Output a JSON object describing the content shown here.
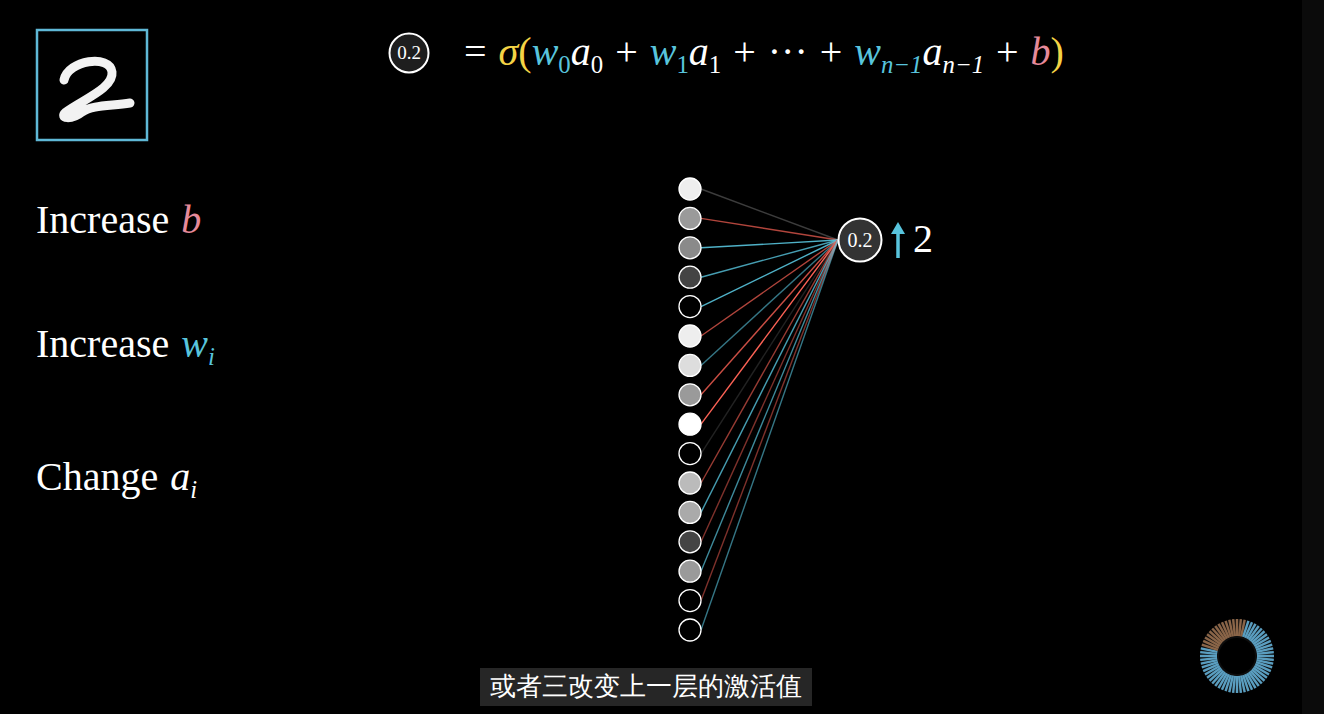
{
  "diagram": {
    "caption": "或者三改变上一层的激活值",
    "nodes": [
      {
        "text": [
          "0.2"
        ]
      },
      {
        "text": [
          "0.2"
        ]
      }
    ],
    "labels": [
      "=",
      "σ",
      "(",
      "w",
      "0",
      "a",
      "0",
      "+",
      "w",
      "1",
      "a",
      "1",
      "+",
      "···",
      "+",
      "w",
      "n−1",
      "a",
      "n−1",
      "+",
      "b",
      ")",
      "Increase",
      "b",
      "Increase",
      "w",
      "i",
      "Change",
      "a",
      "i",
      "2"
    ]
  }
}
